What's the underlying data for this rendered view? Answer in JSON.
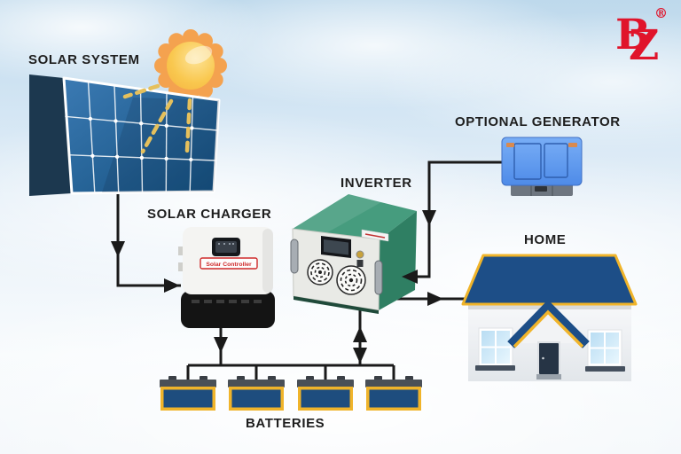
{
  "labels": {
    "solar_system": "SOLAR SYSTEM",
    "solar_charger": "SOLAR CHARGER",
    "inverter": "INVERTER",
    "optional_generator": "OPTIONAL GENERATOR",
    "home": "HOME",
    "batteries": "BATTERIES",
    "controller_badge": "Solar Controller"
  },
  "logo": {
    "b": "B",
    "z": "Z",
    "registered": "®"
  },
  "diagram": {
    "components": [
      "SOLAR SYSTEM",
      "SOLAR CHARGER",
      "INVERTER",
      "OPTIONAL GENERATOR",
      "HOME",
      "BATTERIES"
    ],
    "battery_count": 4,
    "connections": [
      {
        "from": "SOLAR SYSTEM",
        "to": "SOLAR CHARGER",
        "style": "arrow"
      },
      {
        "from": "SOLAR CHARGER",
        "to": "BATTERIES",
        "style": "arrow"
      },
      {
        "from": "BATTERIES",
        "to": "INVERTER",
        "style": "double-arrow"
      },
      {
        "from": "INVERTER",
        "to": "HOME",
        "style": "arrow"
      },
      {
        "from": "OPTIONAL GENERATOR",
        "to": "INVERTER",
        "style": "arrow"
      }
    ]
  },
  "colors": {
    "wire": "#1a1a1a",
    "label_text": "#1e1e1e",
    "logo_red": "#e0142b",
    "panel_blue": "#2a6aa5",
    "inverter_green": "#469c7e",
    "generator_blue": "#5f9cf0",
    "battery_blue": "#1e4d7e",
    "battery_trim": "#f0b42a",
    "roof_blue": "#1d4e87",
    "sun_orange": "#f4a24f"
  }
}
